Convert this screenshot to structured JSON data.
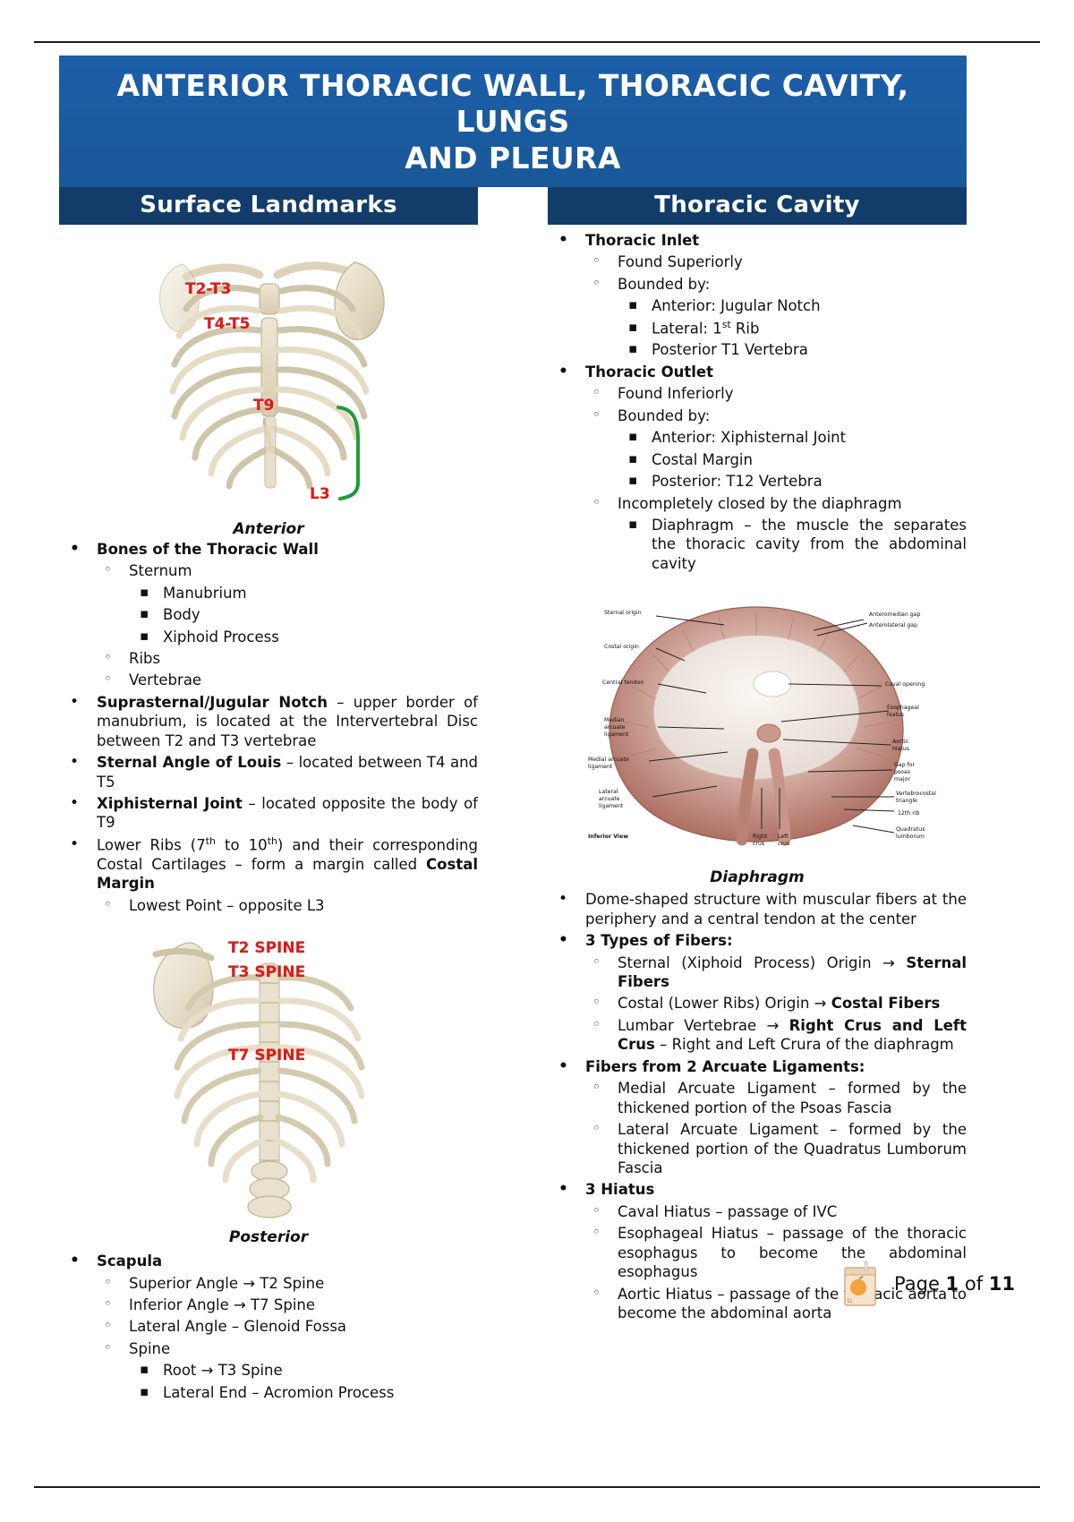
{
  "document": {
    "title_line1": "ANTERIOR THORACIC WALL, THORACIC CAVITY, LUNGS",
    "title_line2": "AND PLEURA",
    "banner_color": "#1b5da6",
    "header_color": "#123d6b"
  },
  "columns": {
    "left_header": "Surface Landmarks",
    "right_header": "Thoracic Cavity"
  },
  "figures": {
    "anterior": {
      "caption": "Anterior",
      "labels": [
        "T2-T3",
        "T4-T5",
        "T9",
        "L3"
      ]
    },
    "posterior": {
      "caption": "Posterior",
      "labels": [
        "T2 SPINE",
        "T3 SPINE",
        "T7 SPINE"
      ]
    },
    "diaphragm": {
      "caption": "Diaphragm",
      "view_label": "Inferior View",
      "labels_left": [
        "Sternal origin",
        "Costal origin",
        "Central tendon",
        "Median arcuate ligament",
        "Medial arcuate ligament",
        "Lateral arcuate ligament"
      ],
      "labels_right": [
        "Anteromedian gap",
        "Anterolateral gap",
        "Caval opening",
        "Esophageal hiatus",
        "Aortic hiatus",
        "Gap for psoas major",
        "Vertebrocostal triangle",
        "12th rib",
        "Quadratus lumborum"
      ],
      "labels_bottom": [
        "Right crus",
        "Left crus"
      ]
    }
  },
  "left_column": {
    "items": [
      {
        "level": 1,
        "text": "Bones of the Thoracic Wall",
        "bold": true
      },
      {
        "level": 2,
        "text": "Sternum"
      },
      {
        "level": 3,
        "text": "Manubrium"
      },
      {
        "level": 3,
        "text": "Body"
      },
      {
        "level": 3,
        "text": "Xiphoid Process"
      },
      {
        "level": 2,
        "text": "Ribs"
      },
      {
        "level": 2,
        "text": "Vertebrae"
      },
      {
        "level": 1,
        "html": "<b>Suprasternal/Jugular Notch</b> &ndash; upper border of manubrium, is located at the Intervertebral Disc between T2 and T3 vertebrae"
      },
      {
        "level": 1,
        "html": "<b>Sternal Angle of Louis</b> &ndash; located between T4 and T5"
      },
      {
        "level": 1,
        "html": "<b>Xiphisternal Joint</b> &ndash; located opposite the body of T9"
      },
      {
        "level": 1,
        "html": "Lower Ribs (7<sup>th</sup> to 10<sup>th</sup>) and their corresponding Costal Cartilages &ndash; form a margin called <b>Costal Margin</b>"
      },
      {
        "level": 2,
        "html": "Lowest Point &ndash; opposite L3"
      },
      {
        "level": 1,
        "text": "Scapula",
        "bold": true
      },
      {
        "level": 2,
        "html": "Superior Angle &rarr; T2 Spine"
      },
      {
        "level": 2,
        "html": "Inferior Angle &rarr; T7 Spine"
      },
      {
        "level": 2,
        "html": "Lateral Angle &ndash; Glenoid Fossa"
      },
      {
        "level": 2,
        "text": "Spine"
      },
      {
        "level": 3,
        "html": "Root &rarr; T3 Spine"
      },
      {
        "level": 3,
        "html": "Lateral End &ndash; Acromion Process"
      }
    ]
  },
  "right_column": {
    "items_top": [
      {
        "level": 1,
        "text": "Thoracic Inlet",
        "bold": true
      },
      {
        "level": 2,
        "text": "Found Superiorly"
      },
      {
        "level": 2,
        "text": "Bounded by:"
      },
      {
        "level": 3,
        "text": "Anterior: Jugular Notch"
      },
      {
        "level": 3,
        "html": "Lateral: 1<sup>st</sup> Rib"
      },
      {
        "level": 3,
        "text": "Posterior T1 Vertebra"
      },
      {
        "level": 1,
        "text": "Thoracic Outlet",
        "bold": true
      },
      {
        "level": 2,
        "text": "Found Inferiorly"
      },
      {
        "level": 2,
        "text": "Bounded by:"
      },
      {
        "level": 3,
        "text": "Anterior: Xiphisternal Joint"
      },
      {
        "level": 3,
        "text": "Costal Margin"
      },
      {
        "level": 3,
        "text": "Posterior: T12 Vertebra"
      },
      {
        "level": 2,
        "text": "Incompletely closed by the diaphragm"
      },
      {
        "level": 3,
        "html": "Diaphragm &ndash; the muscle the separates the thoracic cavity from the abdominal cavity"
      }
    ],
    "items_bottom": [
      {
        "level": 1,
        "html": "Dome-shaped structure with muscular fibers at the periphery and a central tendon at the center"
      },
      {
        "level": 1,
        "text": "3 Types of Fibers:"
      },
      {
        "level": 2,
        "html": "Sternal (Xiphoid Process) Origin &rarr; <b>Sternal Fibers</b>"
      },
      {
        "level": 2,
        "html": "Costal (Lower Ribs) Origin &rarr; <b>Costal Fibers</b>"
      },
      {
        "level": 2,
        "html": "Lumbar Vertebrae &rarr; <b>Right Crus and Left Crus</b> &ndash; Right and Left Crura of the diaphragm"
      },
      {
        "level": 1,
        "text": "Fibers from 2 Arcuate Ligaments:"
      },
      {
        "level": 2,
        "html": "Medial Arcuate Ligament &ndash; formed by the thickened portion of the Psoas Fascia"
      },
      {
        "level": 2,
        "html": "Lateral Arcuate Ligament &ndash; formed by the thickened portion of the Quadratus Lumborum Fascia"
      },
      {
        "level": 1,
        "text": "3 Hiatus"
      },
      {
        "level": 2,
        "html": "Caval Hiatus &ndash; passage of IVC"
      },
      {
        "level": 2,
        "html": "Esophageal Hiatus &ndash; passage of the thoracic esophagus to become the abdominal esophagus"
      },
      {
        "level": 2,
        "html": "Aortic Hiatus &ndash; passage of the thoracic aorta to become the abdominal aorta"
      }
    ]
  },
  "footer": {
    "page_label_prefix": "Page ",
    "page_current": "1",
    "page_of": " of ",
    "page_total": "11",
    "icon": "juice-box-icon"
  }
}
